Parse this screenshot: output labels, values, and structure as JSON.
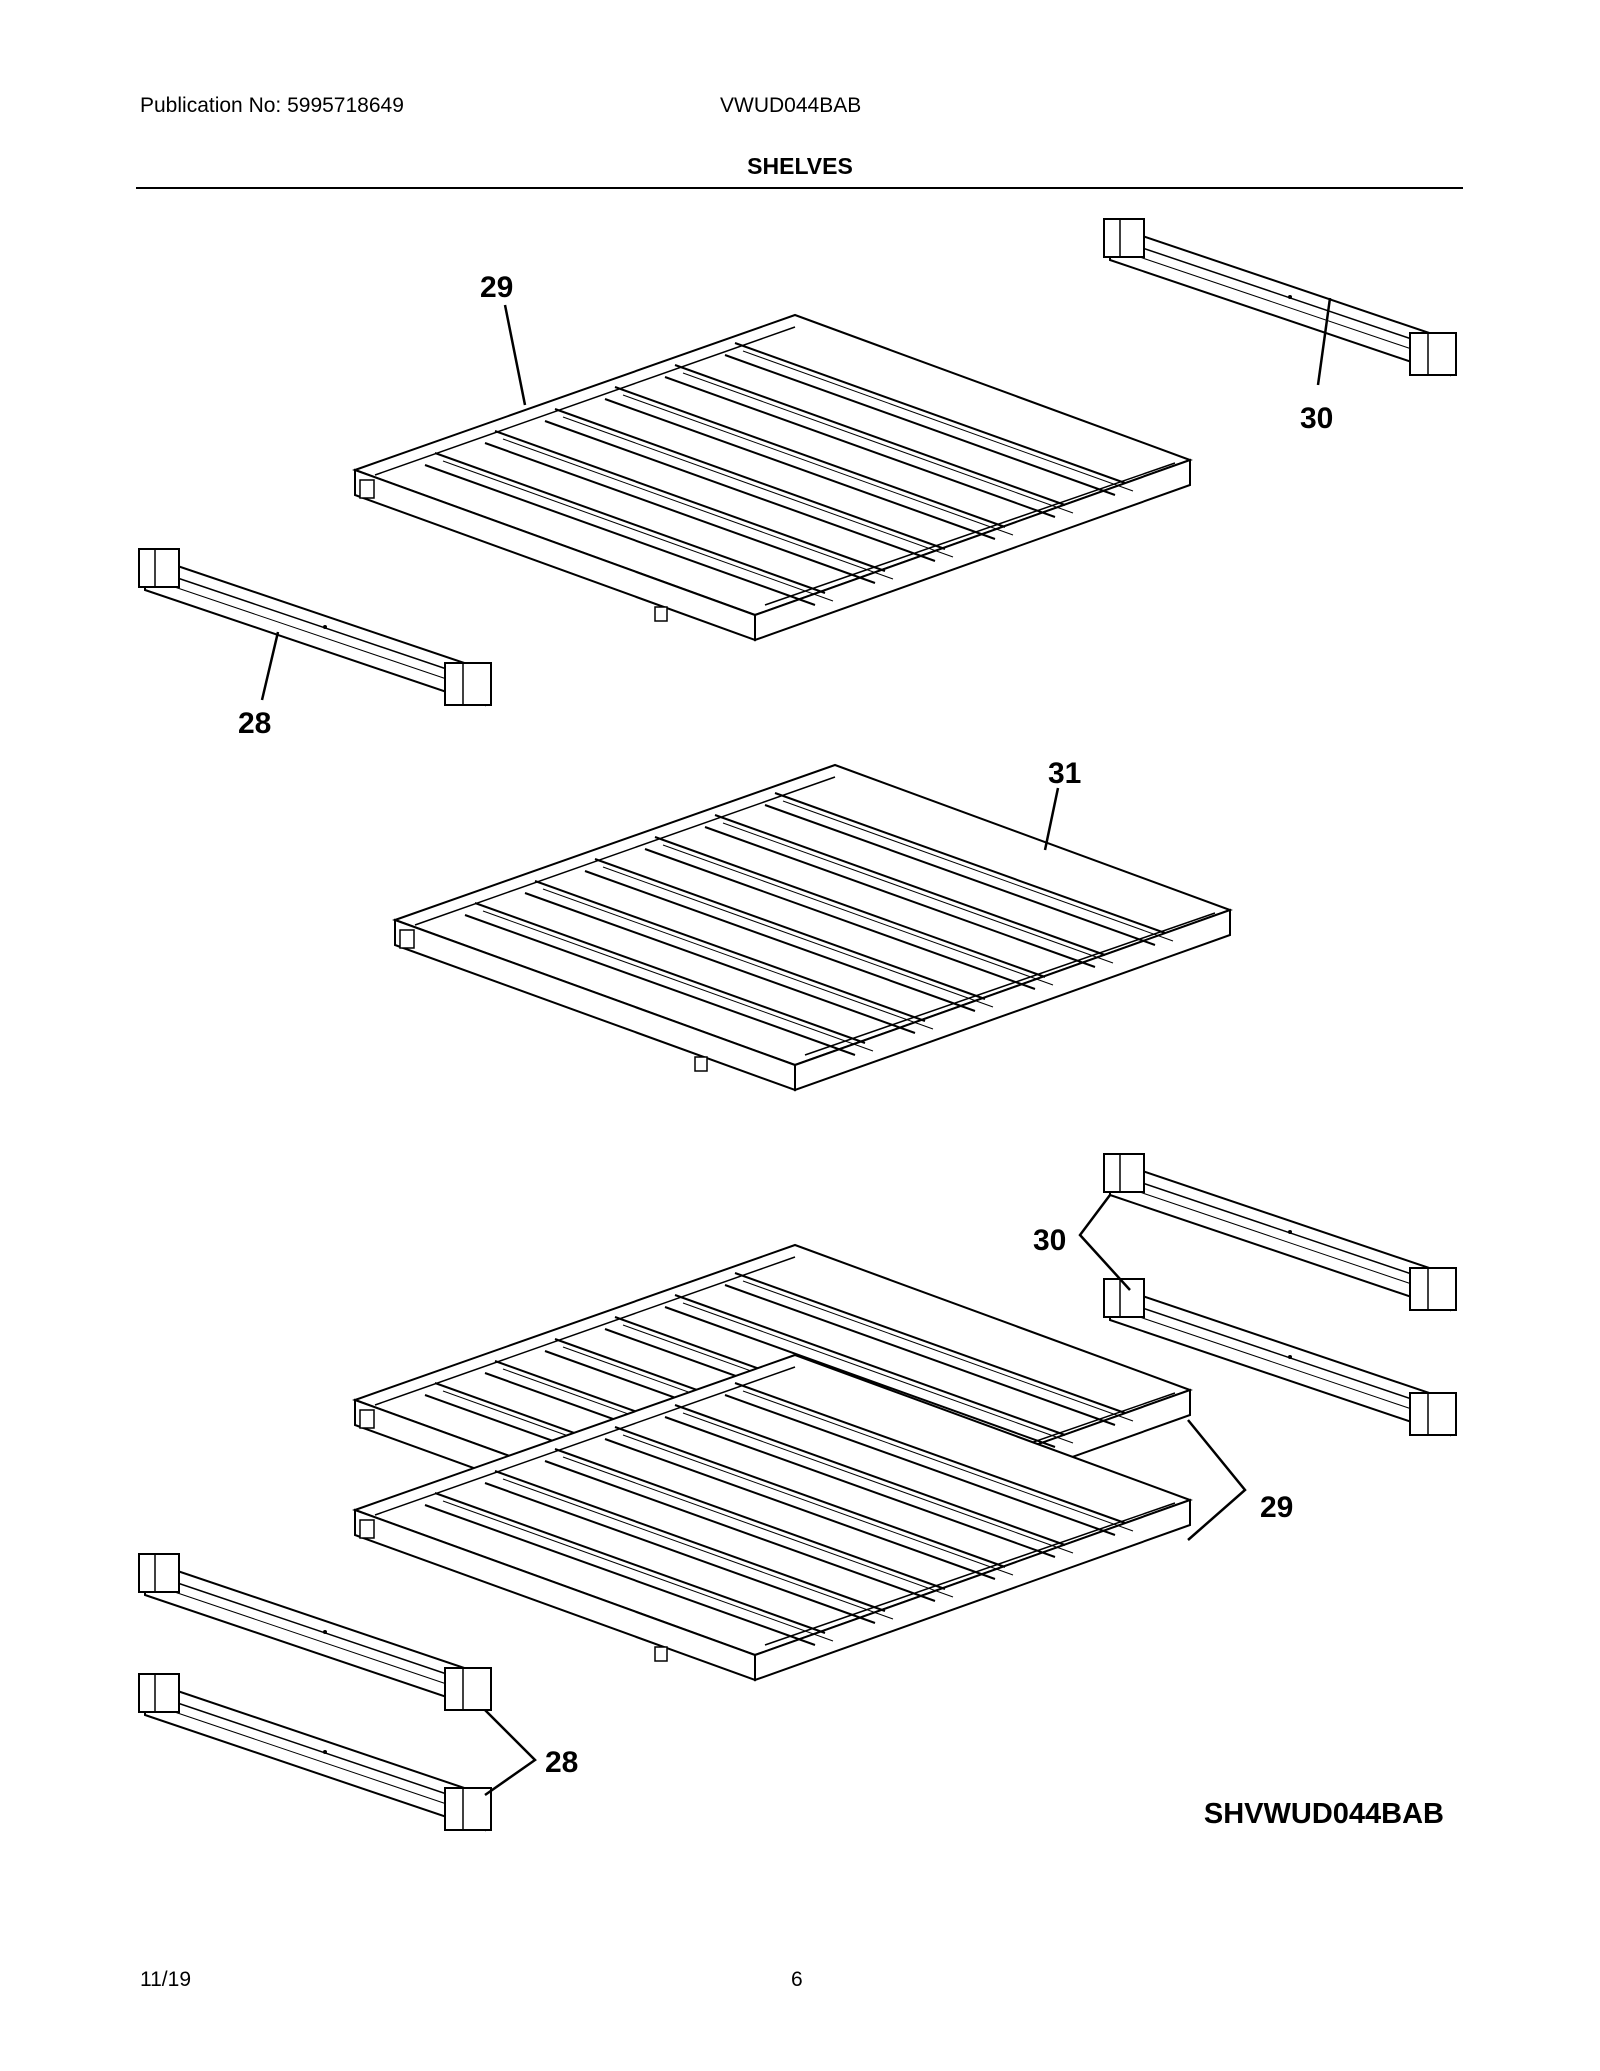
{
  "header": {
    "publication": "Publication No: 5995718649",
    "model": "VWUD044BAB",
    "title": "SHELVES"
  },
  "footer": {
    "date": "11/19",
    "page": "6"
  },
  "diagram_code": "SHVWUD044BAB",
  "callouts": {
    "c29_top": "29",
    "c30_top": "30",
    "c28_top": "28",
    "c31": "31",
    "c30_bottom": "30",
    "c29_bottom": "29",
    "c28_bottom": "28"
  },
  "stroke_color": "#000000"
}
